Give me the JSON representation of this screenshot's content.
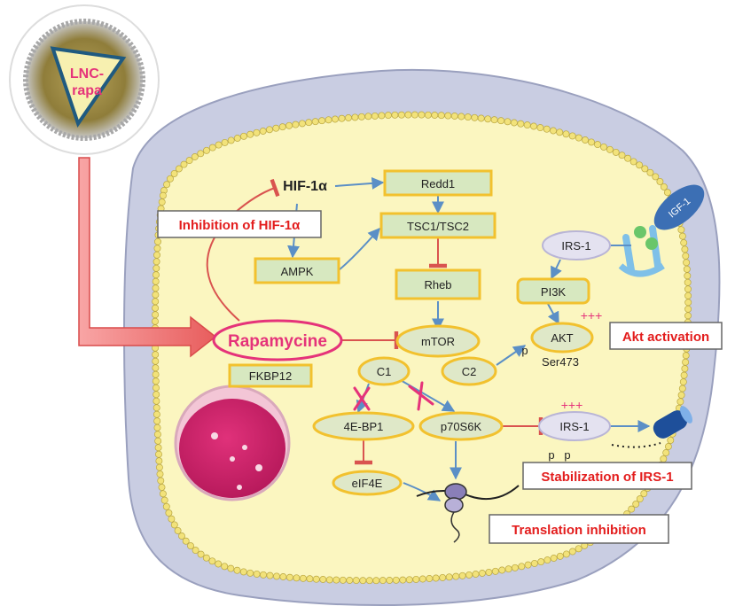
{
  "nanoparticle": {
    "label_line1": "LNC-",
    "label_line2": "rapa"
  },
  "drug": {
    "name": "Rapamycine",
    "binding_protein": "FKBP12"
  },
  "nodes": {
    "hif": "HIF-1α",
    "redd1": "Redd1",
    "tsc": "TSC1/TSC2",
    "ampk": "AMPK",
    "rheb": "Rheb",
    "mtor": "mTOR",
    "c1": "C1",
    "c2": "C2",
    "bp1": "4E-BP1",
    "p70": "p70S6K",
    "eif4e": "eIF4E",
    "irs_top": "IRS-1",
    "pi3k": "PI3K",
    "akt": "AKT",
    "irs_low": "IRS-1",
    "receptor": "IGF-1"
  },
  "marks": {
    "akt_plus": "+++",
    "irs_plus": "+++",
    "akt_p": "p",
    "akt_site": "Ser473",
    "irs_p1": "p",
    "irs_p2": "p"
  },
  "callouts": {
    "hif_inhibition": "Inhibition of HIF-1α",
    "akt_activation": "Akt activation",
    "irs_stabilization": "Stabilization of IRS-1",
    "translation": "Translation inhibition"
  },
  "colors": {
    "box_fill": "#d7e8c0",
    "box_stroke": "#f2c12e",
    "ellipse_fill": "#dfe8c8",
    "arrow_blue": "#5b8fc6",
    "inhibit_red": "#d9534f",
    "magenta": "#e5337a",
    "callout_text": "#e31d1d",
    "cell_fill": "#fbf6c0",
    "membrane_bead": "#f2e27a",
    "outer_cell": "#c7cbe0",
    "receptor_blue": "#3c6fb4"
  }
}
